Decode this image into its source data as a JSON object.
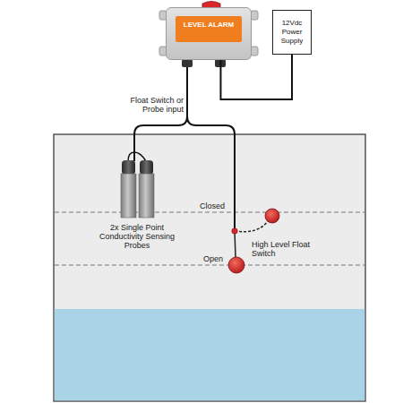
{
  "diagram": {
    "nodes": [
      {
        "text": [
          "LEVEL ALARM"
        ]
      },
      {
        "text": [
          "12Vdc Power Supply"
        ]
      }
    ],
    "edges": [
      {
        "from": 1,
        "to": 0,
        "arrow": "none"
      }
    ],
    "labels": [
      "Float Switch or Probe input",
      "Closed",
      "Open",
      "2x Single Point Conductivity Sensing Probes",
      "High Level Float Switch"
    ]
  }
}
